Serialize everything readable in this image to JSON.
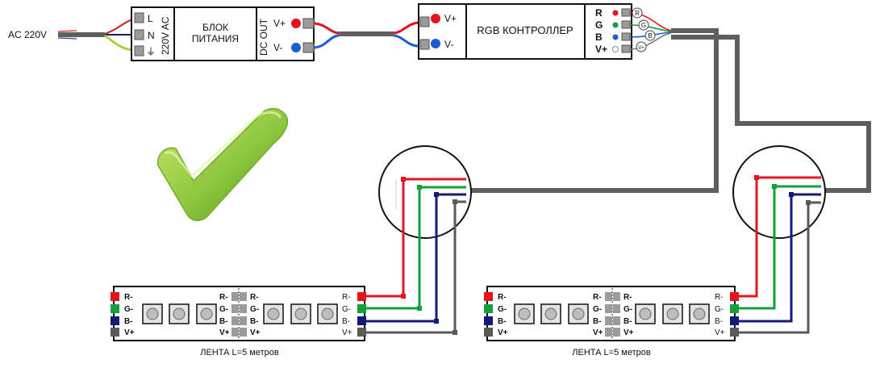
{
  "input": {
    "label": "AC 220V"
  },
  "power_supply": {
    "name_line1": "БЛОК",
    "name_line2": "ПИТАНИЯ",
    "in_pins": [
      "L",
      "N",
      "⏚"
    ],
    "in_label": "220V AC",
    "out_label": "DC OUT",
    "out_pins": [
      "V+",
      "V-"
    ]
  },
  "controller": {
    "in_pins": [
      "V+",
      "V-"
    ],
    "name": "RGB КОНТРОЛЛЕР",
    "out_pins": [
      "R",
      "G",
      "B",
      "V+"
    ],
    "wire_tags": [
      "R",
      "G",
      "B",
      "V+"
    ]
  },
  "strip1": {
    "caption": "ЛЕНТА L=5 метров",
    "left_pins": [
      "R-",
      "G-",
      "B-",
      "V+"
    ],
    "mid_left_pins": [
      "R-",
      "G-",
      "B-",
      "V+"
    ],
    "mid_right_pins": [
      "R-",
      "G-",
      "B-",
      "V+"
    ],
    "right_pins": [
      "R-",
      "G-",
      "B-",
      "V+"
    ]
  },
  "strip2": {
    "caption": "ЛЕНТА L=5 метров",
    "left_pins": [
      "R-",
      "G-",
      "B-",
      "V+"
    ],
    "mid_left_pins": [
      "R-",
      "G-",
      "B-",
      "V+"
    ],
    "mid_right_pins": [
      "R-",
      "G-",
      "B-",
      "V+"
    ],
    "right_pins": [
      "R-",
      "G-",
      "B-",
      "V+"
    ]
  },
  "colors": {
    "red": "#e8141b",
    "green": "#12a03c",
    "blue": "#141a7a",
    "gray": "#5a5a5a",
    "cable": "#5e5e5e",
    "checkmark": "#8cc63f"
  },
  "icons": {
    "approval": "checkmark-icon"
  }
}
